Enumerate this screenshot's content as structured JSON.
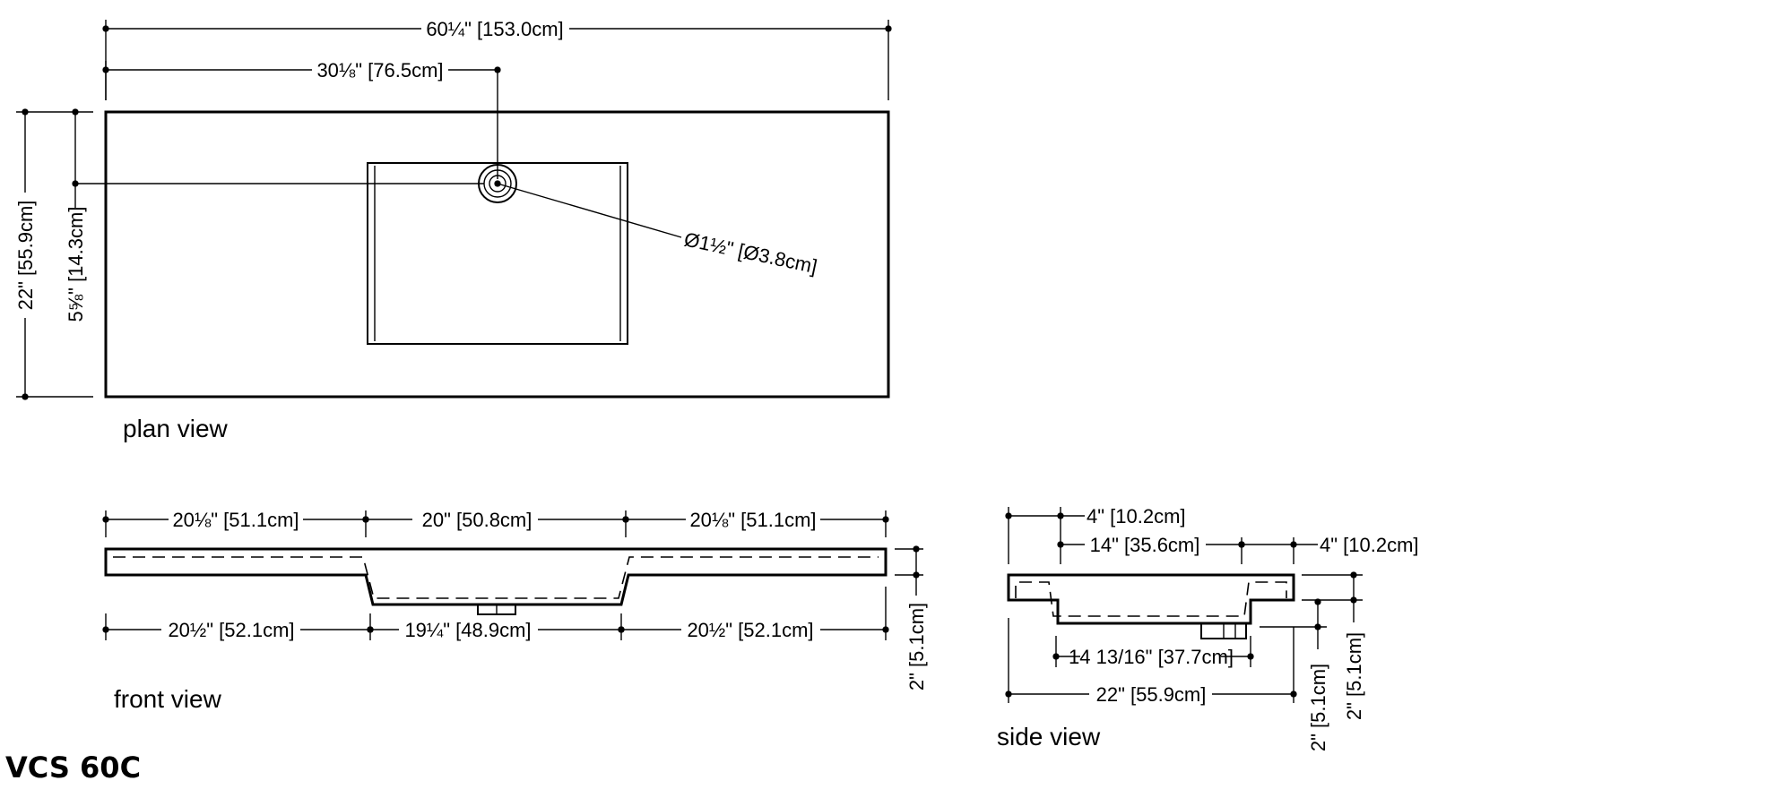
{
  "title": "VCS 60C",
  "views": {
    "plan": "plan view",
    "front": "front view",
    "side": "side view"
  },
  "plan": {
    "overall_width": "60¼\" [153.0cm]",
    "drain_offset": "30⅛\" [76.5cm]",
    "depth": "22\" [55.9cm]",
    "drain_from_back": "5⅝\" [14.3cm]",
    "drain_diameter": "Ø1½\" [Ø3.8cm]"
  },
  "front": {
    "top_left": "20⅛\" [51.1cm]",
    "top_center": "20\" [50.8cm]",
    "top_right": "20⅛\" [51.1cm]",
    "bottom_left": "20½\" [52.1cm]",
    "bottom_center": "19¼\" [48.9cm]",
    "bottom_right": "20½\" [52.1cm]",
    "thickness": "2\" [5.1cm]"
  },
  "side": {
    "back_ledge": "4\" [10.2cm]",
    "bowl_top": "14\" [35.6cm]",
    "front_ledge": "4\" [10.2cm]",
    "bowl_bottom": "14 13/16\" [37.7cm]",
    "overall_depth": "22\" [55.9cm]",
    "thickness_a": "2\" [5.1cm]",
    "thickness_b": "2\" [5.1cm]"
  }
}
